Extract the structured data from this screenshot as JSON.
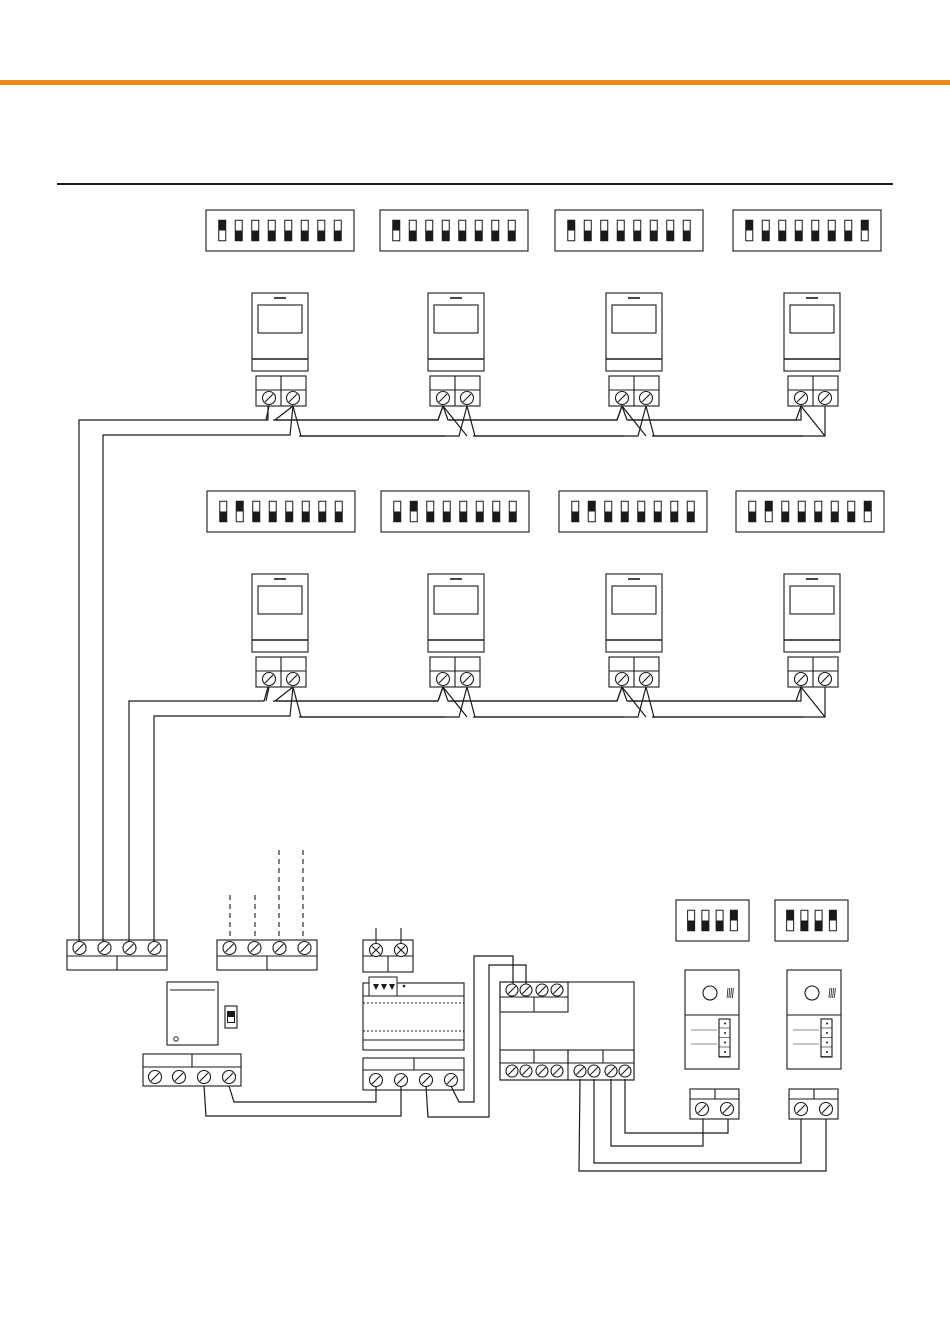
{
  "colors": {
    "accent": "#e8891c",
    "line": "#1a1a1a",
    "background": "#ffffff"
  },
  "header": {},
  "floors": [
    {
      "monitors": [
        {
          "dip": [
            1,
            0,
            0,
            0,
            0,
            0,
            0,
            0
          ]
        },
        {
          "dip": [
            1,
            0,
            0,
            0,
            0,
            0,
            0,
            0
          ]
        },
        {
          "dip": [
            1,
            0,
            0,
            0,
            0,
            0,
            0,
            0
          ]
        },
        {
          "dip": [
            1,
            0,
            0,
            0,
            0,
            0,
            0,
            1
          ]
        }
      ]
    },
    {
      "monitors": [
        {
          "dip": [
            0,
            1,
            0,
            0,
            0,
            0,
            0,
            0
          ]
        },
        {
          "dip": [
            0,
            1,
            0,
            0,
            0,
            0,
            0,
            0
          ]
        },
        {
          "dip": [
            0,
            1,
            0,
            0,
            0,
            0,
            0,
            0
          ]
        },
        {
          "dip": [
            0,
            1,
            0,
            0,
            0,
            0,
            0,
            1
          ]
        }
      ]
    }
  ],
  "door_panels": [
    {
      "dip": [
        0,
        0,
        0,
        1
      ]
    },
    {
      "dip": [
        1,
        0,
        0,
        1
      ]
    }
  ],
  "distributor_switch": {
    "dip": [
      1
    ]
  },
  "icons": {
    "monitor": "video-monitor-icon",
    "door_panel": "door-panel-icon",
    "power_supply": "din-power-supply-icon",
    "terminal": "screw-terminal-icon"
  }
}
